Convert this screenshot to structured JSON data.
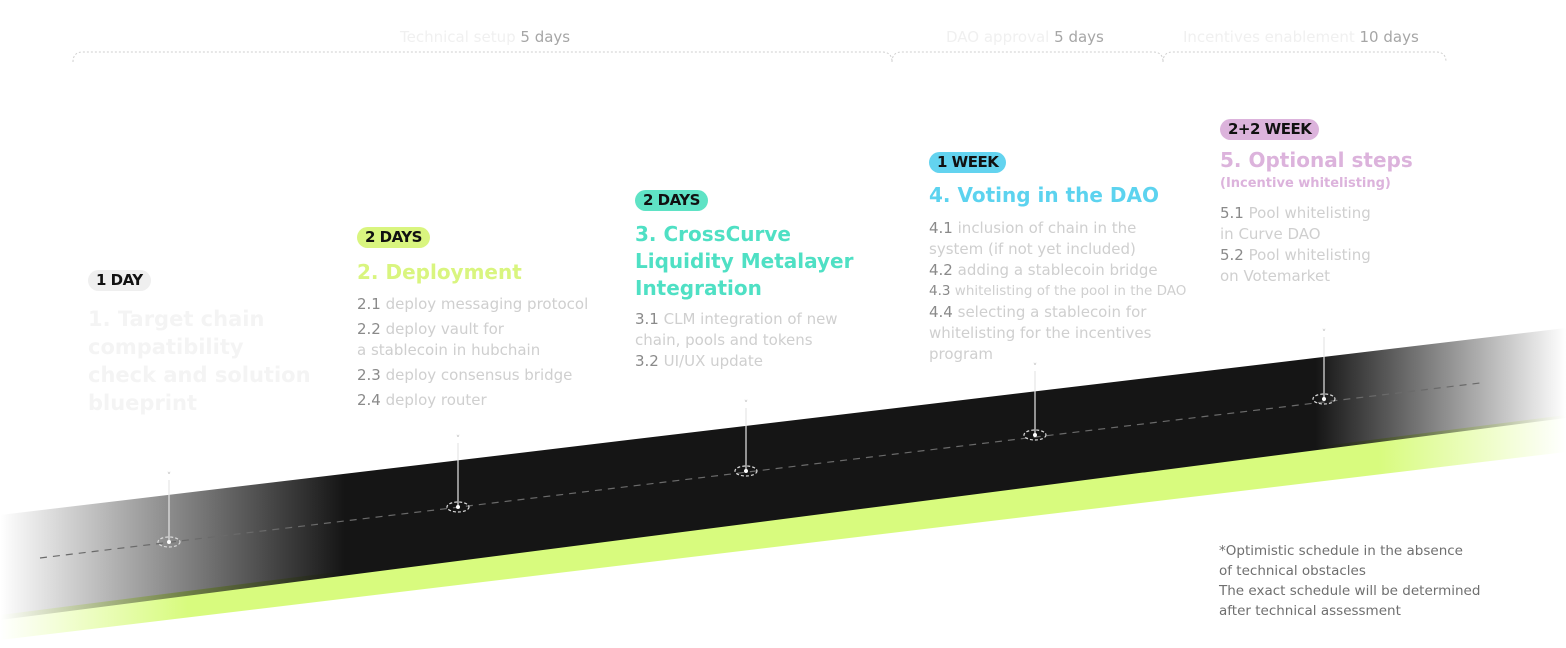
{
  "phases": [
    {
      "name": "Technical setup",
      "duration": "5 days"
    },
    {
      "name": "DAO approval",
      "duration": "5 days"
    },
    {
      "name": "Incentives enablement",
      "duration": "10 days"
    }
  ],
  "milestones": [
    {
      "badge": "1 DAY",
      "title_lines": [
        "1. Target chain",
        "compatibility",
        "check and solution",
        "blueprint"
      ],
      "subtitle": "",
      "steps": []
    },
    {
      "badge": "2 DAYS",
      "title_lines": [
        "2. Deployment"
      ],
      "subtitle": "",
      "steps": [
        {
          "num": "2.1",
          "lines": [
            "deploy messaging protocol"
          ]
        },
        {
          "num": "2.2",
          "lines": [
            "deploy vault for",
            "a stablecoin in hubchain"
          ]
        },
        {
          "num": "2.3",
          "lines": [
            "deploy consensus bridge"
          ]
        },
        {
          "num": "2.4",
          "lines": [
            "deploy router"
          ]
        }
      ]
    },
    {
      "badge": "2 DAYS",
      "title_lines": [
        "3. CrossCurve",
        "Liquidity Metalayer",
        "Integration"
      ],
      "subtitle": "",
      "steps": [
        {
          "num": "3.1",
          "lines": [
            "CLM integration of new",
            "chain, pools and tokens"
          ]
        },
        {
          "num": "3.2",
          "lines": [
            "UI/UX update"
          ]
        }
      ]
    },
    {
      "badge": "1 WEEK",
      "title_lines": [
        "4. Voting in the DAO"
      ],
      "subtitle": "",
      "steps": [
        {
          "num": "4.1",
          "lines": [
            "inclusion of chain in the",
            "system (if not yet included)"
          ]
        },
        {
          "num": "4.2",
          "lines": [
            "adding a stablecoin bridge"
          ]
        },
        {
          "num": "4.3",
          "lines": [
            "whitelisting of the pool in the DAO"
          ]
        },
        {
          "num": "4.4",
          "lines": [
            "selecting a stablecoin for",
            "whitelisting for the incentives",
            "program"
          ]
        }
      ]
    },
    {
      "badge": "2+2 WEEK",
      "title_lines": [
        "5. Optional steps"
      ],
      "subtitle": "(Incentive whitelisting)",
      "steps": [
        {
          "num": "5.1",
          "lines": [
            "Pool whitelisting",
            "in Curve DAO"
          ]
        },
        {
          "num": "5.2",
          "lines": [
            "Pool whitelisting",
            "on Votemarket"
          ]
        }
      ]
    }
  ],
  "footnote": [
    "*Optimistic schedule in the absence",
    "of technical obstacles",
    "The exact schedule will be determined",
    "after technical assessment"
  ],
  "colors": {
    "m1": "#efefef",
    "m2": "#d9f57f",
    "m3": "#5fe3c5",
    "m4": "#63d3ef",
    "m5": "#dcb3dc",
    "title1": "#f4f4f4",
    "title2": "#d9f57f",
    "title3": "#4fe0c4",
    "title4": "#5cd3ef",
    "title5": "#dcb3dc",
    "band": "#151515",
    "band_edge": "#d8fb7e"
  }
}
